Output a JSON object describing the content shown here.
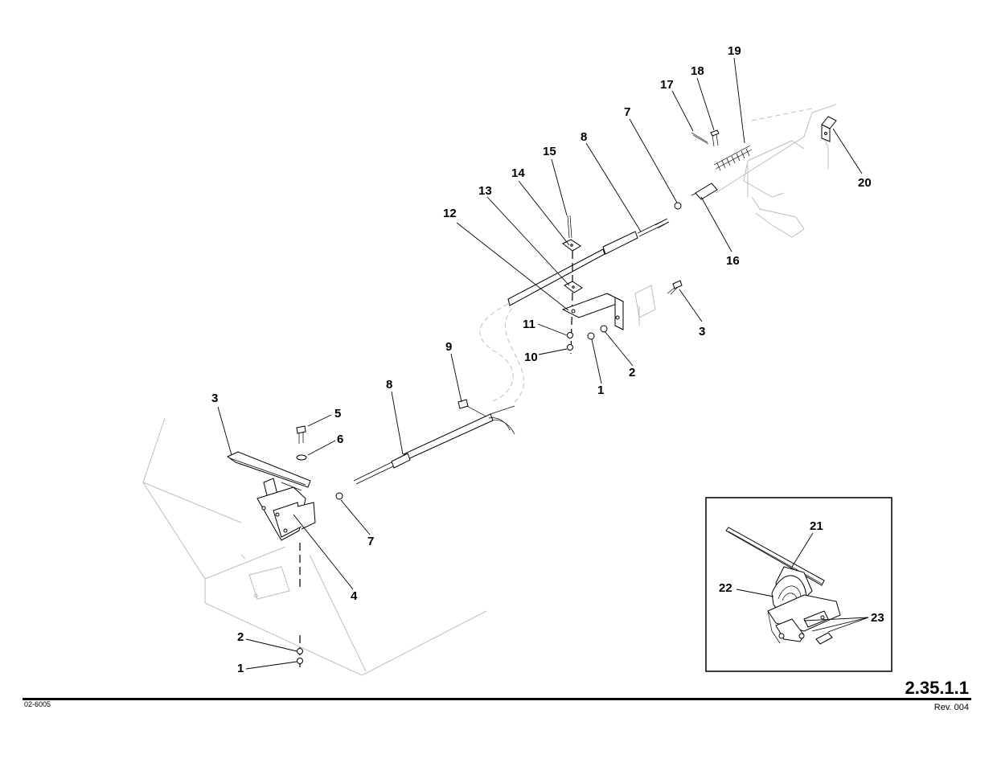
{
  "callouts": [
    {
      "id": "c19",
      "text": "19"
    },
    {
      "id": "c18",
      "text": "18"
    },
    {
      "id": "c17",
      "text": "17"
    },
    {
      "id": "c7a",
      "text": "7"
    },
    {
      "id": "c20",
      "text": "20"
    },
    {
      "id": "c8a",
      "text": "8"
    },
    {
      "id": "c15",
      "text": "15"
    },
    {
      "id": "c14",
      "text": "14"
    },
    {
      "id": "c13",
      "text": "13"
    },
    {
      "id": "c12",
      "text": "12"
    },
    {
      "id": "c16",
      "text": "16"
    },
    {
      "id": "c3a",
      "text": "3"
    },
    {
      "id": "c11",
      "text": "11"
    },
    {
      "id": "c10",
      "text": "10"
    },
    {
      "id": "c9",
      "text": "9"
    },
    {
      "id": "c2a",
      "text": "2"
    },
    {
      "id": "c1a",
      "text": "1"
    },
    {
      "id": "c8b",
      "text": "8"
    },
    {
      "id": "c3b",
      "text": "3"
    },
    {
      "id": "c5",
      "text": "5"
    },
    {
      "id": "c6",
      "text": "6"
    },
    {
      "id": "c7b",
      "text": "7"
    },
    {
      "id": "c4",
      "text": "4"
    },
    {
      "id": "c2b",
      "text": "2"
    },
    {
      "id": "c1b",
      "text": "1"
    },
    {
      "id": "c21",
      "text": "21"
    },
    {
      "id": "c22",
      "text": "22"
    },
    {
      "id": "c23",
      "text": "23"
    }
  ],
  "footer": {
    "page_number": "2.35.1.1",
    "drawing_code": "02-6005",
    "revision": "Rev. 004"
  }
}
